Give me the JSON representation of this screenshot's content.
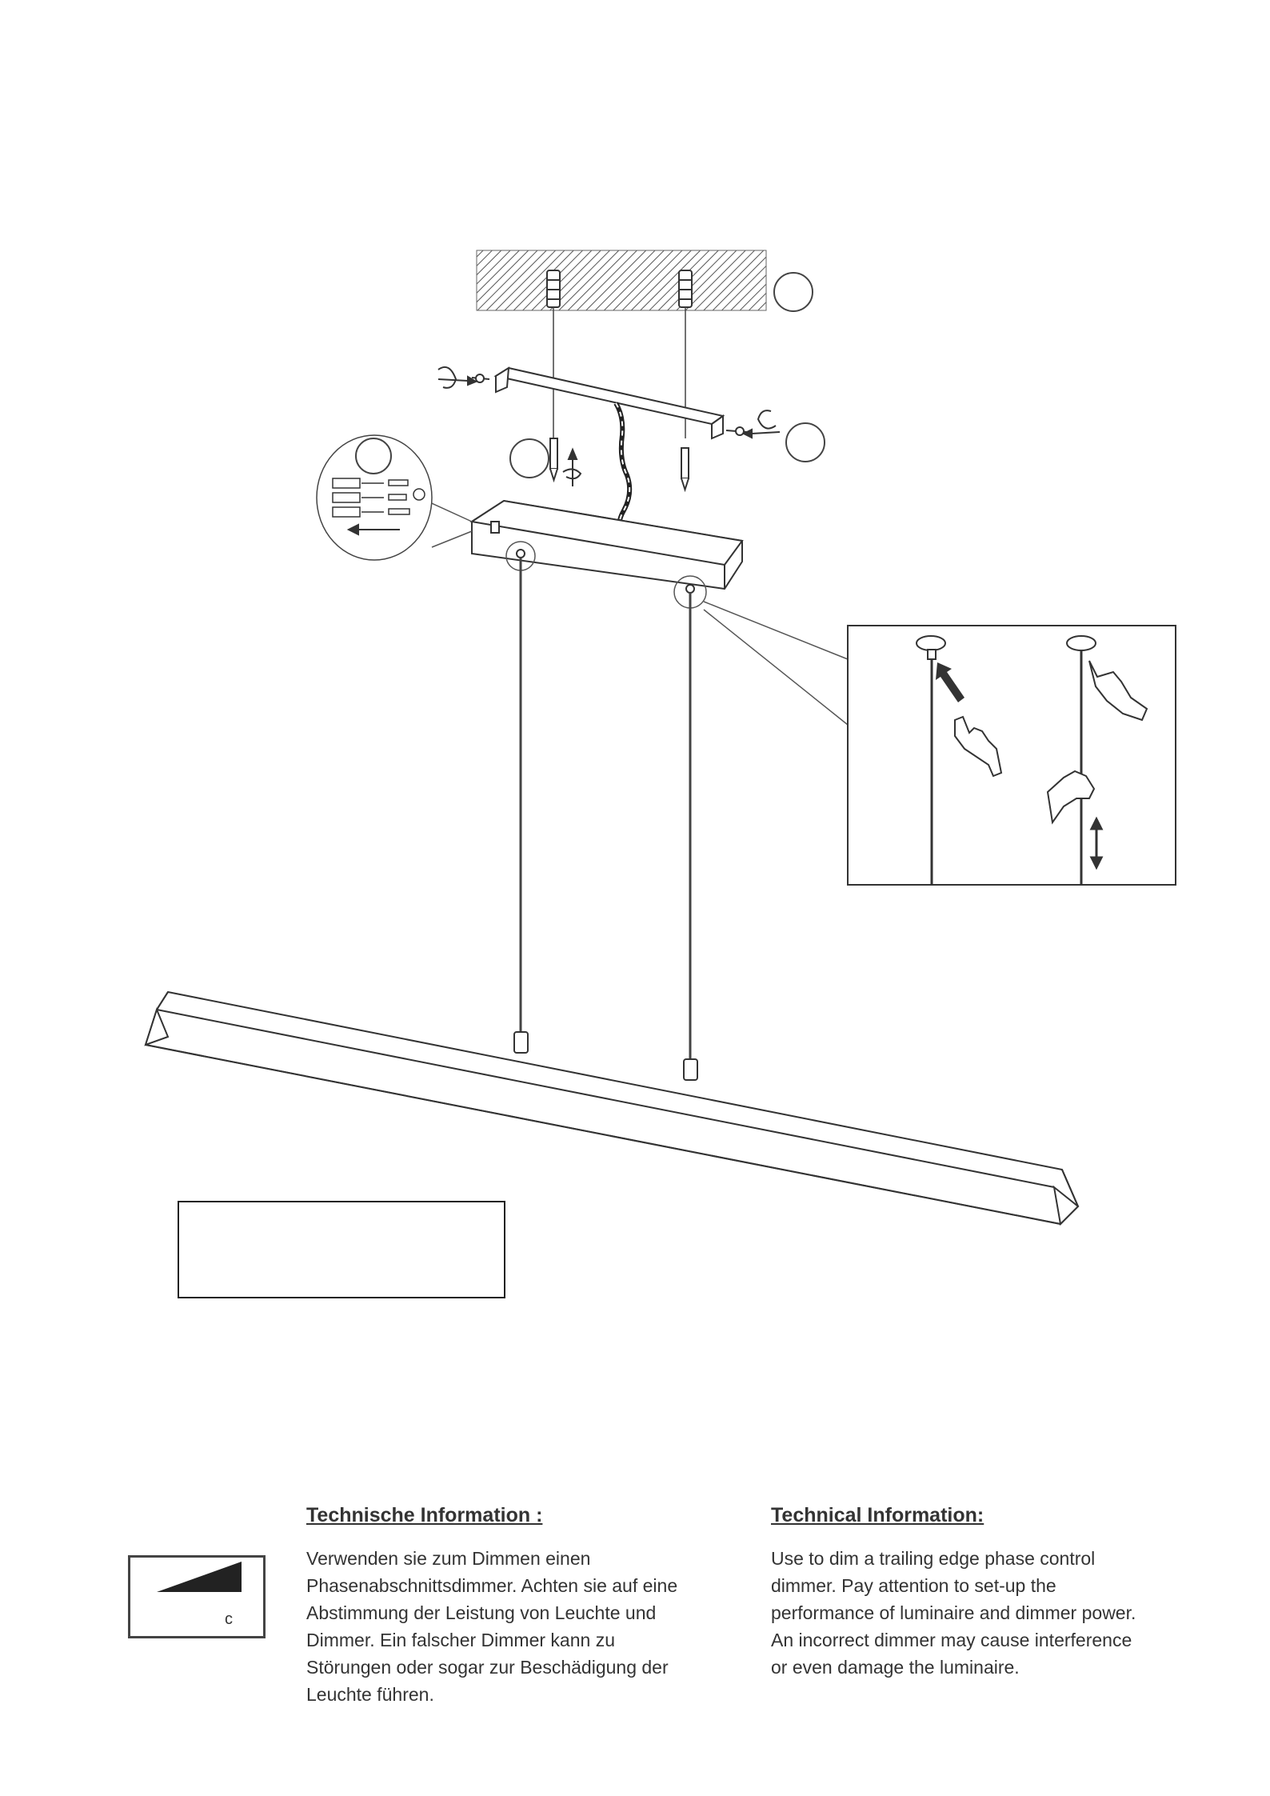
{
  "instruction_sheet": {
    "dimmer_symbol": {
      "letter": "c"
    },
    "german": {
      "heading": "Technische Information :",
      "lines": [
        "Verwenden sie zum Dimmen einen",
        "Phasenabschnittsdimmer. Achten sie auf eine",
        "Abstimmung der Leistung von Leuchte und",
        "Dimmer. Ein falscher Dimmer kann zu",
        "Störungen oder sogar zur Beschädigung der",
        "Leuchte führen."
      ]
    },
    "english": {
      "heading": "Technical Information:",
      "lines": [
        "Use to dim a trailing edge phase control",
        "dimmer. Pay attention to set-up the",
        "performance of luminaire and dimmer power.",
        "An incorrect dimmer may cause interference",
        "or even damage the luminaire."
      ]
    }
  }
}
